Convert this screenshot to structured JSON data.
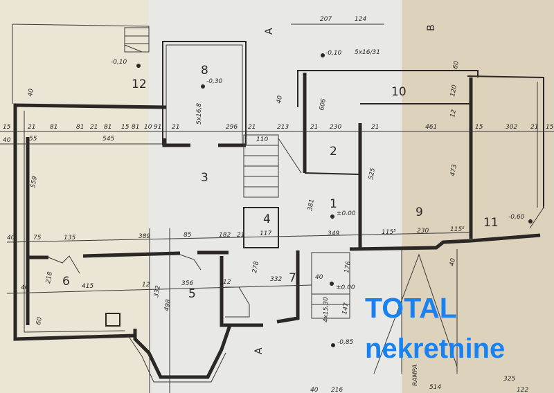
{
  "rooms": [
    "12",
    "8",
    "3",
    "2",
    "1",
    "4",
    "10",
    "9",
    "11",
    "6",
    "5",
    "7"
  ],
  "levels": [
    "-0,10",
    "-0,30",
    "-0,10",
    "±0.00",
    "-0,60",
    "±0.00",
    "-0,85"
  ],
  "section_marks": [
    "A",
    "B",
    "A"
  ],
  "stair_labels": [
    "5x16/31",
    "5x16,8",
    "RAMPA",
    "4x15,30"
  ],
  "dims_top": [
    "15",
    "21",
    "81",
    "81",
    "21",
    "81",
    "15",
    "81",
    "10",
    "91",
    "21",
    "296",
    "21",
    "110",
    "213",
    "21",
    "230",
    "21",
    "461",
    "15",
    "302",
    "21",
    "15"
  ],
  "dims_top2": [
    "40",
    "55",
    "545"
  ],
  "dims_upper": [
    "207",
    "124"
  ],
  "dims_mid": [
    "40",
    "75",
    "135",
    "389",
    "85",
    "182",
    "21",
    "117",
    "349",
    "115⁵",
    "230",
    "115⁵"
  ],
  "dims_low": [
    "40",
    "415",
    "12",
    "356",
    "12",
    "332",
    "40"
  ],
  "dims_vert": [
    "559",
    "606",
    "525",
    "381",
    "473",
    "120",
    "12",
    "278",
    "176",
    "147",
    "498",
    "332",
    "218",
    "60",
    "40",
    "40",
    "60",
    "40"
  ],
  "dims_bottom": [
    "514",
    "325",
    "122",
    "40",
    "216"
  ],
  "watermark": {
    "line1": "TOTAL",
    "line2": "nekretnine",
    "color": "#1a82f0"
  }
}
